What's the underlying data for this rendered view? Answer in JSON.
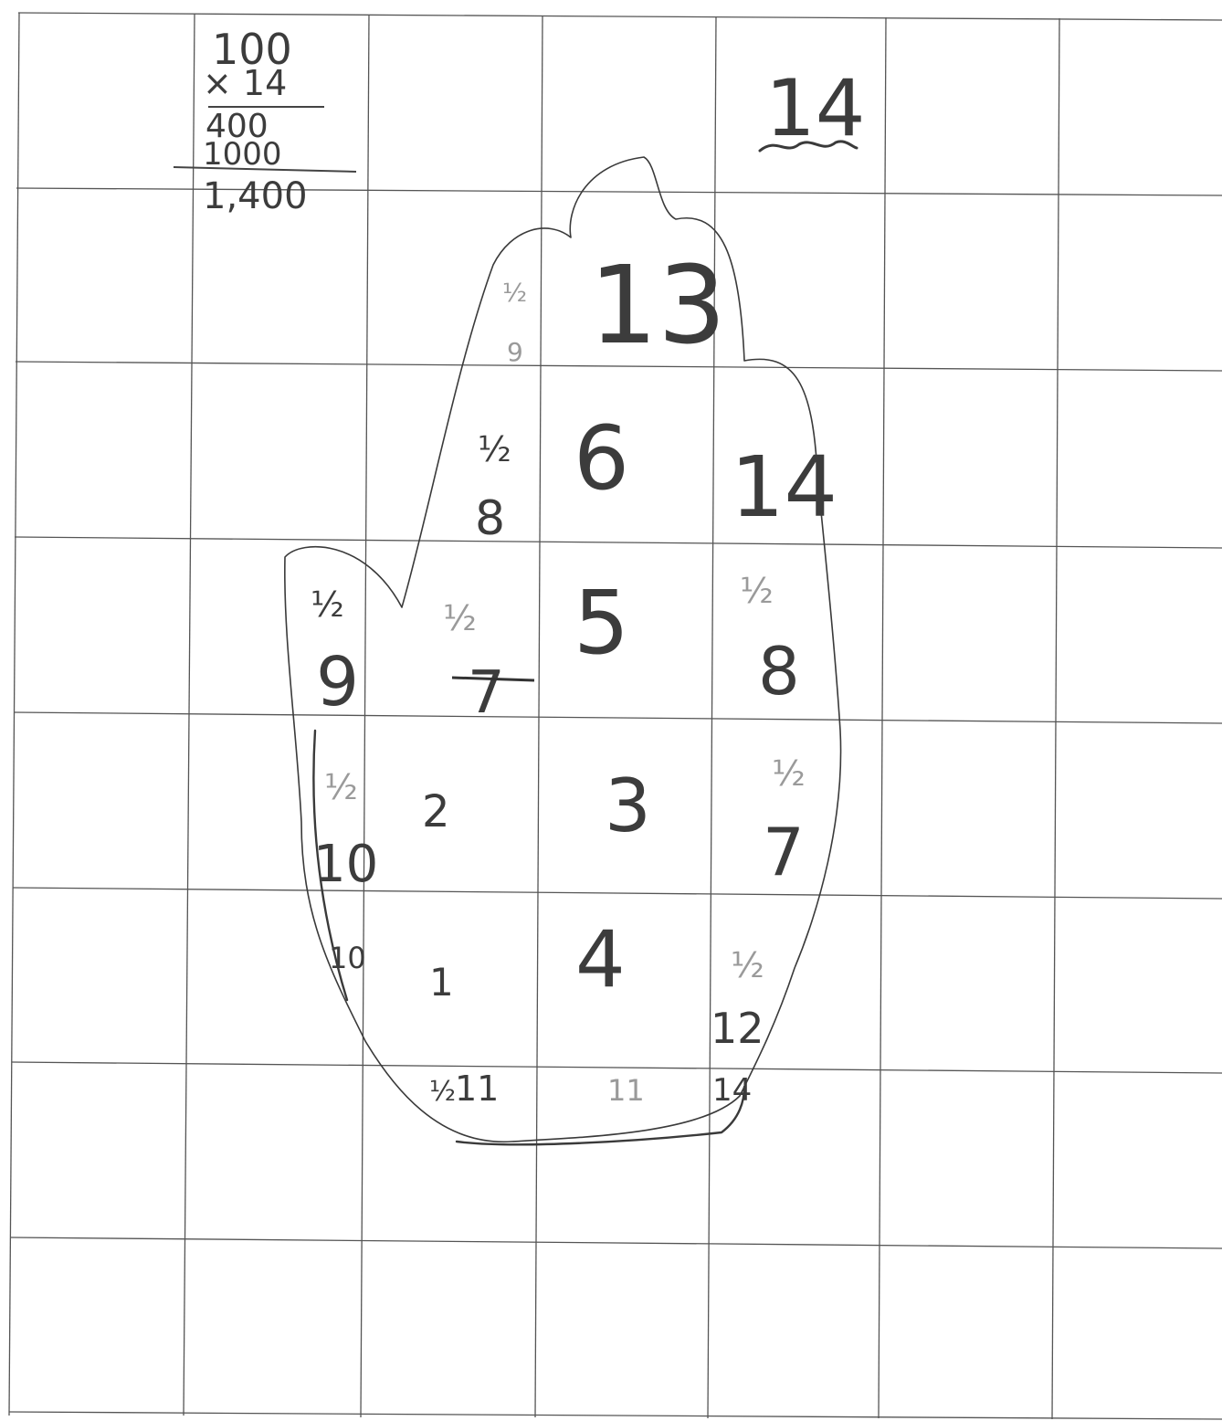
{
  "worksheet": {
    "multiplication": {
      "multiplicand": "100",
      "multiplier": "× 14",
      "partial_product_1": "400",
      "partial_product_2": "1000",
      "total": "1,400"
    },
    "count_label": "14",
    "cells": [
      {
        "id": "cell-13",
        "text": "13"
      },
      {
        "id": "cell-6",
        "text": "6"
      },
      {
        "id": "cell-14",
        "text": "14"
      },
      {
        "id": "cell-5",
        "text": "5"
      },
      {
        "id": "cell-8",
        "text": "8"
      },
      {
        "id": "cell-9",
        "text": "9"
      },
      {
        "id": "cell-3",
        "text": "3"
      },
      {
        "id": "cell-7",
        "text": "7"
      },
      {
        "id": "cell-2",
        "text": "2"
      },
      {
        "id": "cell-10",
        "text": "10"
      },
      {
        "id": "cell-4",
        "text": "4"
      },
      {
        "id": "cell-1",
        "text": "1"
      },
      {
        "id": "cell-12",
        "text": "12"
      },
      {
        "id": "cell-11a",
        "text": "11"
      },
      {
        "id": "cell-11b",
        "text": "11"
      },
      {
        "id": "cell-14b",
        "text": "14"
      },
      {
        "id": "cell-10b",
        "text": "10"
      },
      {
        "id": "cell-8b",
        "text": "8"
      },
      {
        "id": "cell-9b",
        "text": "9"
      },
      {
        "id": "cell-7b",
        "text": "7"
      }
    ],
    "half_fraction": "½"
  }
}
